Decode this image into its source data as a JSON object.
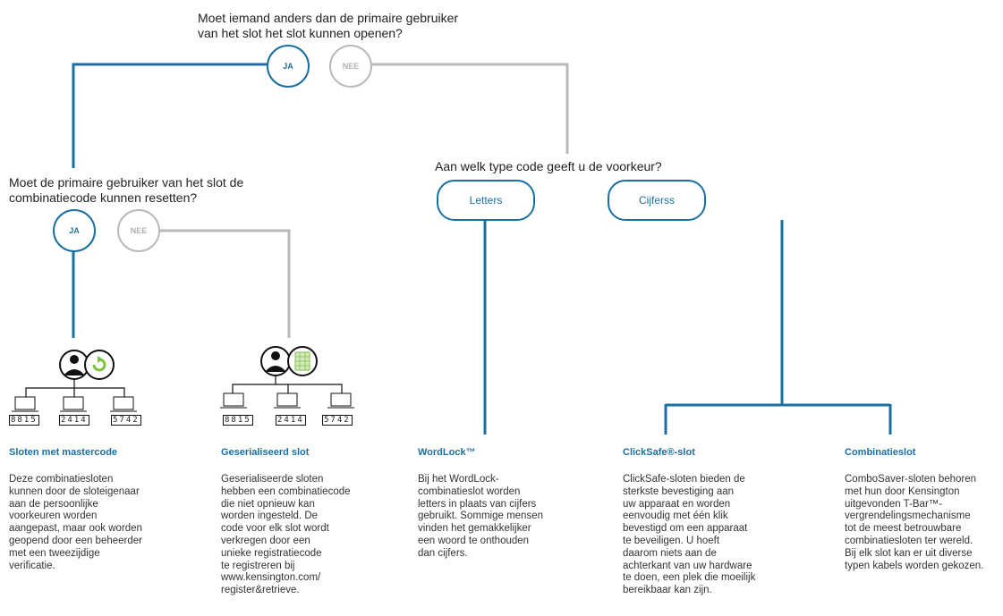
{
  "questions": {
    "q1": "Moet iemand anders dan de primaire gebruiker\nvan het slot het slot kunnen openen?",
    "q2": "Moet de primaire gebruiker van het slot de\ncombinatiecode kunnen resetten?",
    "q3": "Aan welk type code geeft u de voorkeur?"
  },
  "options": {
    "ja": "JA",
    "nee": "NEE",
    "letters": "Letters",
    "cijfers": "Cijferss"
  },
  "codes": {
    "a": "8815",
    "b": "2414",
    "c": "5742"
  },
  "results": [
    {
      "title": "Sloten met mastercode",
      "body": "Deze combinatiesloten\nkunnen door de sloteigenaar\naan de persoonlijke\nvoorkeuren worden\naangepast, maar ook worden\ngeopend door een beheerder\nmet een tweezijdige\nverificatie."
    },
    {
      "title": "Geserialiseerd slot",
      "body": "Geserialiseerde sloten\nhebben een combinatiecode\ndie niet opnieuw kan\nworden ingesteld. De\ncode voor elk slot wordt\nverkregen door een\nunieke registratiecode\nte registreren bij\nwww.kensington.com/\nregister&retrieve."
    },
    {
      "title": "WordLock™",
      "body": "Bij het WordLock-\ncombinatieslot worden\nletters in plaats van cijfers\ngebruikt. Sommige mensen\nvinden het gemakkelijker\neen woord te onthouden\ndan cijfers."
    },
    {
      "title": "ClickSafe®-slot",
      "body": "ClickSafe-sloten bieden de\nsterkste bevestiging aan\nuw apparaat en worden\neenvoudig met één klik\nbevestigd om een apparaat\nte beveiligen. U hoeft\ndaarom niets aan de\nachterkant van uw hardware\nte doen, een plek die moeilijk\nbereikbaar kan zijn."
    },
    {
      "title": "Combinatieslot",
      "body": "ComboSaver-sloten behoren\nmet hun door Kensington\nuitgevonden T-Bar™-\nvergrendelingsmechanisme\ntot de meest betrouwbare\ncombinatiesloten ter wereld.\nBij elk slot kan er uit diverse\ntypen kabels worden gekozen."
    }
  ],
  "colors": {
    "accent": "#1a6fa0",
    "inactive": "#b9b9b9",
    "green": "#7dc142"
  }
}
